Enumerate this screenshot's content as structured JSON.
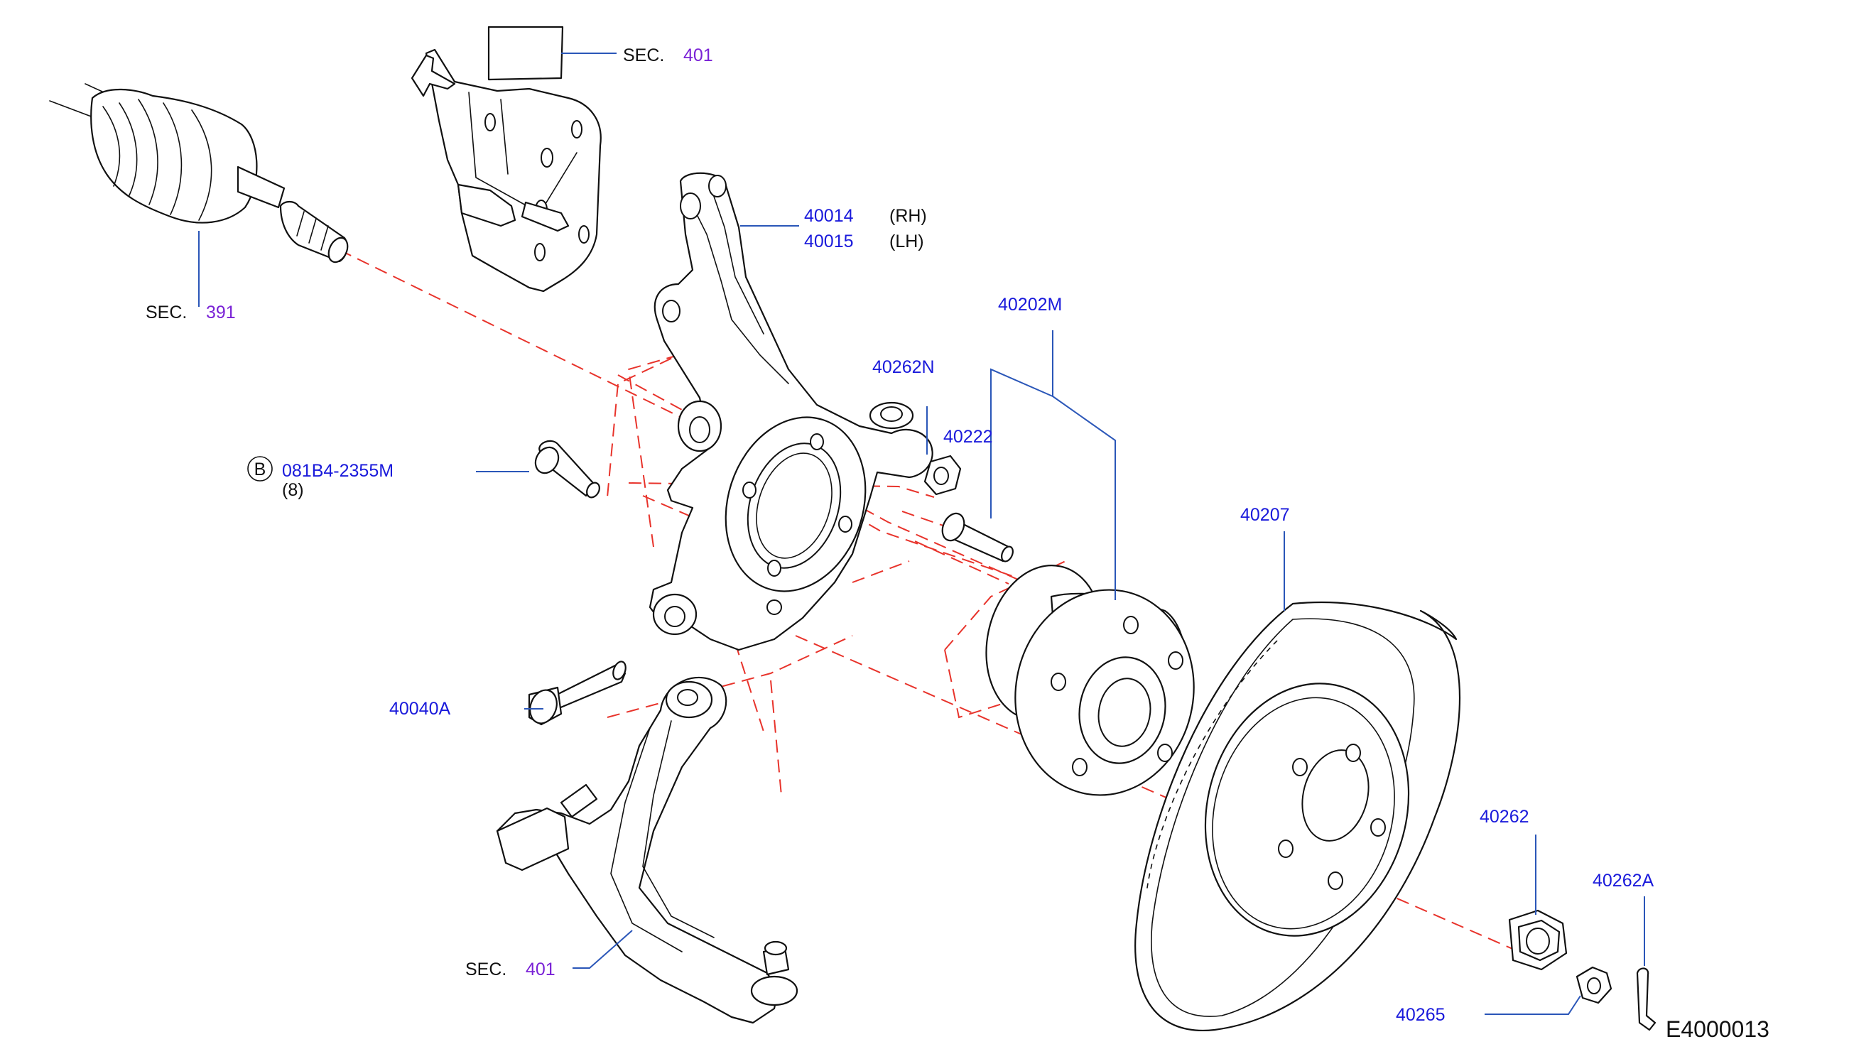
{
  "diagram_id": "E4000013",
  "colors": {
    "part_number": "#1a1adb",
    "section_reference": "#7a22d6",
    "leader_line": "#2a56b8",
    "assembly_line": "#e8332b",
    "text": "#111111"
  },
  "section_refs": [
    {
      "prefix": "SEC.",
      "number": "401"
    },
    {
      "prefix": "SEC.",
      "number": "391"
    },
    {
      "prefix": "SEC.",
      "number": "401"
    }
  ],
  "knuckle": {
    "rh_number": "40014",
    "rh_side": "(RH)",
    "lh_number": "40015",
    "lh_side": "(LH)"
  },
  "bolt_b": {
    "circle_letter": "B",
    "number": "081B4-2355M",
    "quantity": "(8)"
  },
  "part_labels": {
    "hub_assembly": "40202M",
    "hub_nut_small": "40262N",
    "hub_bolt": "40222",
    "rotor": "40207",
    "knuckle_bolt": "40040A",
    "hub_nut": "40262",
    "cotter_pin": "40262A",
    "nut_cap": "40265"
  }
}
